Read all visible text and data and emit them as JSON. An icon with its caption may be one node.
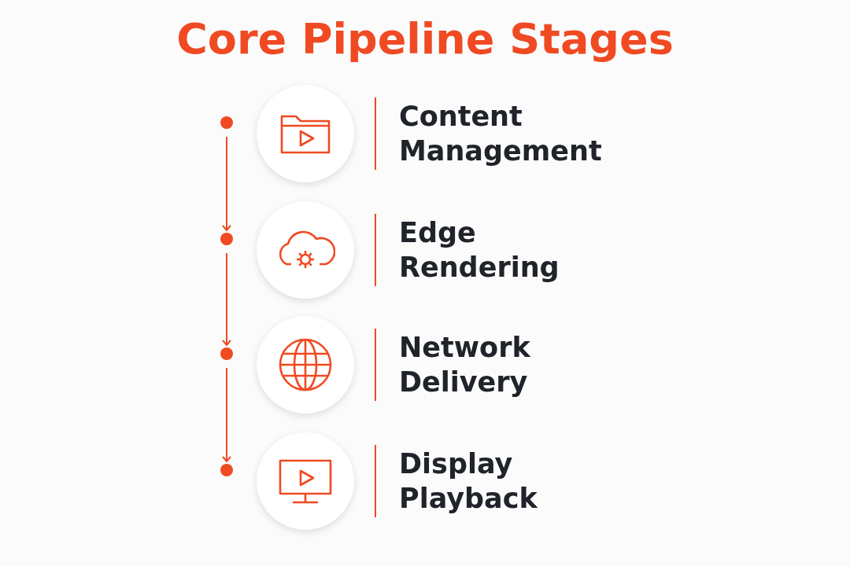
{
  "diagram": {
    "title": "Core Pipeline Stages",
    "nodes": [
      {
        "text": [
          "Content Management"
        ]
      },
      {
        "text": [
          "Edge Rendering"
        ]
      },
      {
        "text": [
          "Network Delivery"
        ]
      },
      {
        "text": [
          "Display Playback"
        ]
      },
      {
        "text": [],
        "shape": "circle"
      },
      {
        "text": [],
        "shape": "circle"
      },
      {
        "text": [],
        "shape": "circle"
      },
      {
        "text": [],
        "shape": "circle"
      }
    ],
    "edges": [
      {
        "from": 4,
        "to": 5,
        "arrow": "to"
      },
      {
        "from": 5,
        "to": 6,
        "arrow": "to"
      },
      {
        "from": 6,
        "to": 7,
        "arrow": "to"
      }
    ]
  }
}
